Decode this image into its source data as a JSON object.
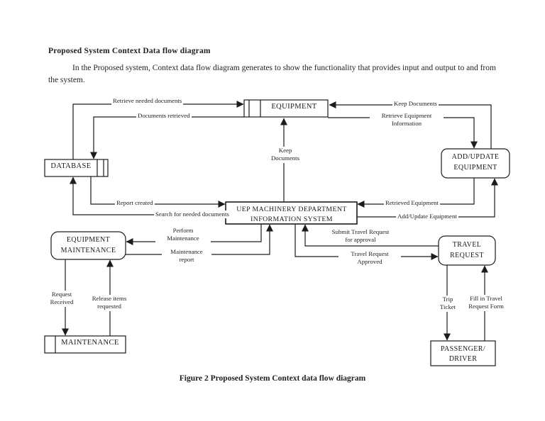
{
  "page": {
    "heading": "Proposed System Context Data flow diagram",
    "body_text": "In the Proposed system, Context data flow diagram generates to show the functionality that provides input and output to and from the system.",
    "caption": "Figure 2 Proposed System Context data flow diagram"
  },
  "diagram": {
    "entities": {
      "equipment": "EQUIPMENT",
      "database": "DATABASE",
      "add_update_equipment": "ADD/UPDATE\nEQUIPMENT",
      "system": "UEP MACHINERY DEPARTMENT\nINFORMATION SYSTEM",
      "equipment_maintenance": "EQUIPMENT\nMAINTENANCE",
      "travel_request": "TRAVEL\nREQUEST",
      "maintenance": "MAINTENANCE",
      "passenger_driver": "PASSENGER/\nDRIVER"
    },
    "flows": {
      "retrieve_needed_documents": "Retrieve needed documents",
      "documents_retrieved": "Documents retrieved",
      "keep_documents_top": "Keep Documents",
      "retrieve_equipment_information": "Retrieve Equipment\nInformation",
      "keep_documents_center": "Keep\nDocuments",
      "report_created": "Report created",
      "search_for_needed_documents": "Search for needed documents",
      "retrieved_equipment": "Retrieved Equipment",
      "add_update_equipment": "Add/Update Equipment",
      "perform_maintenance": "Perform\nMaintenance",
      "maintenance_report": "Maintenance\nreport",
      "submit_travel_request": "Submit Travel Request\nfor approval",
      "travel_request_approved": "Travel Request\nApproved",
      "request_received": "Request\nReceived",
      "release_items_requested": "Release items\nrequested",
      "trip_ticket": "Trip\nTicket",
      "fill_in_travel_request_form": "Fill in Travel\nRequest Form"
    },
    "colors": {
      "line": "#1c1c1c",
      "text": "#1f1f1f",
      "background": "#ffffff"
    }
  }
}
